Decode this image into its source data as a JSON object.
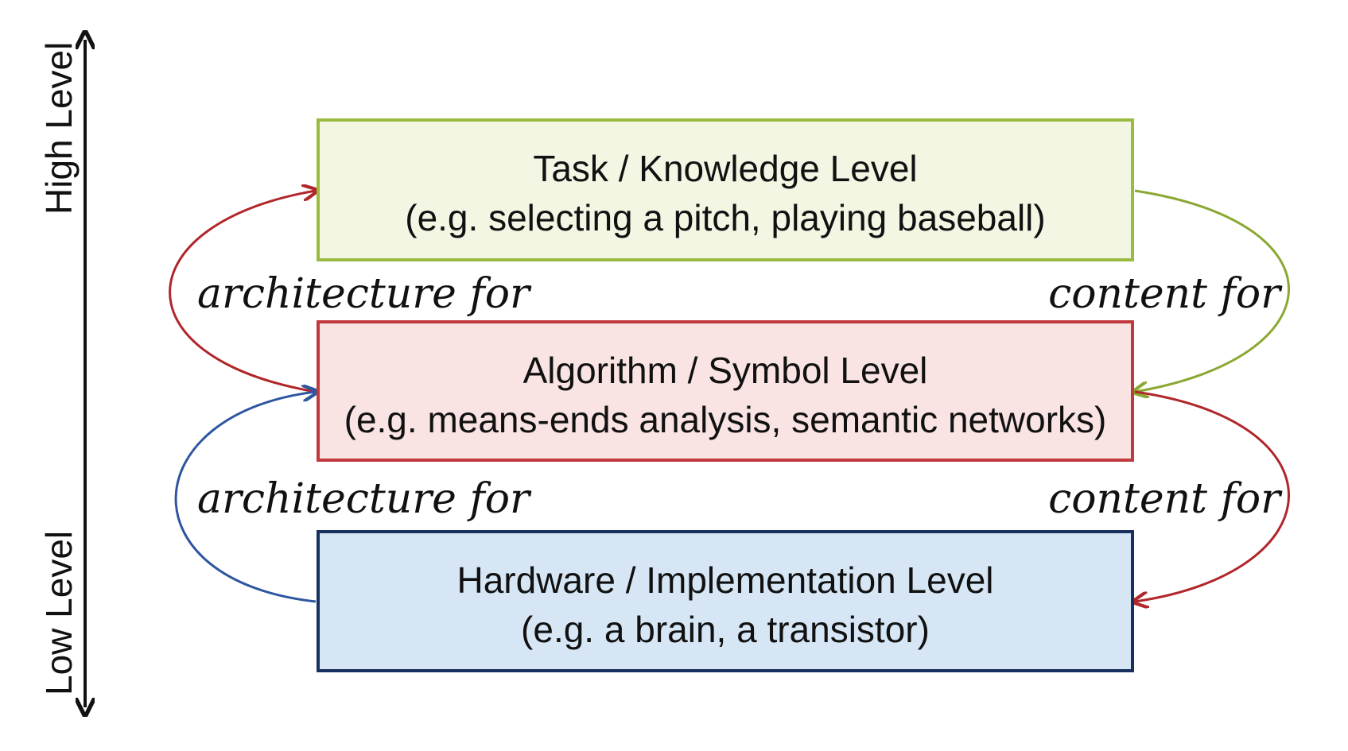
{
  "axis": {
    "high_label": "High Level",
    "low_label": "Low Level"
  },
  "levels": [
    {
      "title": "Task / Knowledge Level",
      "example": "(e.g. selecting a pitch, playing baseball)",
      "fill": "#f2f6e3",
      "stroke": "#9bbb3f"
    },
    {
      "title": "Algorithm / Symbol Level",
      "example": "(e.g. means-ends analysis, semantic networks)",
      "fill": "#f9e3e3",
      "stroke": "#c0393d"
    },
    {
      "title": "Hardware / Implementation Level",
      "example": "(e.g. a brain, a transistor)",
      "fill": "#d6e6f5",
      "stroke": "#17305e"
    }
  ],
  "relations": {
    "left_upper": "architecture for",
    "left_lower": "architecture for",
    "right_upper": "content for",
    "right_lower": "content for"
  },
  "arrow_colors": {
    "left_upper": "#b0262b",
    "left_lower": "#2e55a0",
    "right_upper": "#8aa832",
    "right_lower": "#b0262b"
  }
}
